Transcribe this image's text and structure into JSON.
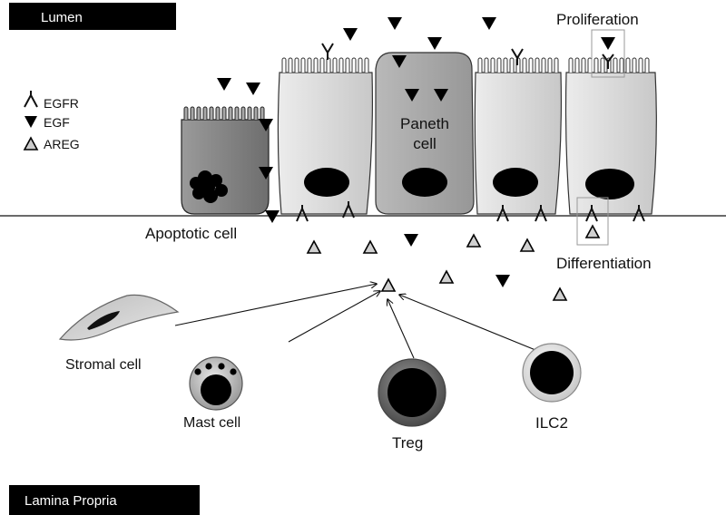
{
  "regions": {
    "top": "Lumen",
    "bottom": "Lamina Propria"
  },
  "legend": [
    {
      "icon": "egfr-receptor-icon",
      "label": "EGFR"
    },
    {
      "icon": "egf-triangle-icon",
      "label": "EGF"
    },
    {
      "icon": "areg-triangle-icon",
      "label": "AREG"
    }
  ],
  "cells": {
    "paneth": {
      "line1": "Paneth",
      "line2": "cell"
    },
    "apoptotic": "Apoptotic cell",
    "stromal": "Stromal cell",
    "mast": "Mast cell",
    "treg": "Treg",
    "ilc2": "ILC2"
  },
  "processes": {
    "proliferation": "Proliferation",
    "differentiation": "Differentiation"
  },
  "colors": {
    "region_band": "#000000",
    "egf": "#000000",
    "areg_fill": "#cccccc",
    "epithelium": "#d2d2d2",
    "paneth": "#a8a8a8",
    "apoptotic": "#8c8c8c"
  }
}
